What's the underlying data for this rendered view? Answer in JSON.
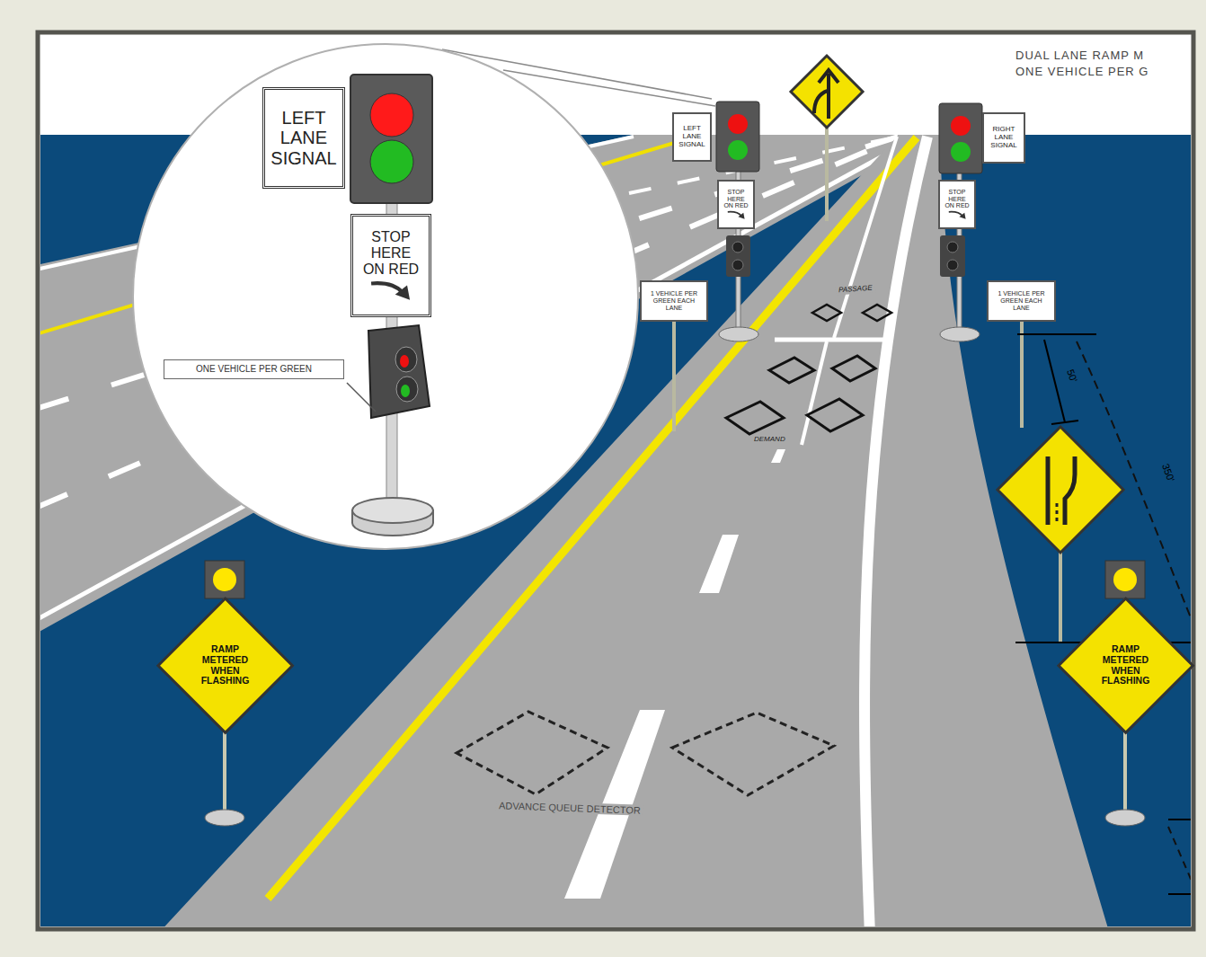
{
  "diagram": {
    "nodes": [
      {
        "text": [
          "LEFT LANE SIGNAL"
        ]
      },
      {
        "text": [
          "STOP HERE ON RED"
        ]
      },
      {
        "text": [
          "ONE VEHICLE PER GREEN"
        ]
      },
      {
        "text": [
          "LEFT LANE SIGNAL"
        ]
      },
      {
        "text": [
          "STOP HERE ON RED"
        ]
      },
      {
        "text": [
          "1 VEHICLE PER GREEN EACH LANE"
        ]
      },
      {
        "text": [
          "RIGHT LANE SIGNAL"
        ]
      },
      {
        "text": [
          "STOP HERE ON RED"
        ]
      },
      {
        "text": [
          "1 VEHICLE PER GREEN EACH LANE"
        ]
      },
      {
        "text": [
          "RAMP METERED WHEN FLASHING"
        ]
      },
      {
        "text": [
          "RAMP METERED WHEN FLASHING"
        ]
      }
    ],
    "labels": [
      "DUAL LANE RAMP M",
      "ONE VEHICLE PER G",
      "PASSAGE",
      "DEMAND",
      "50'",
      "350'",
      "ADVANCE QUEUE DETECTOR"
    ]
  }
}
